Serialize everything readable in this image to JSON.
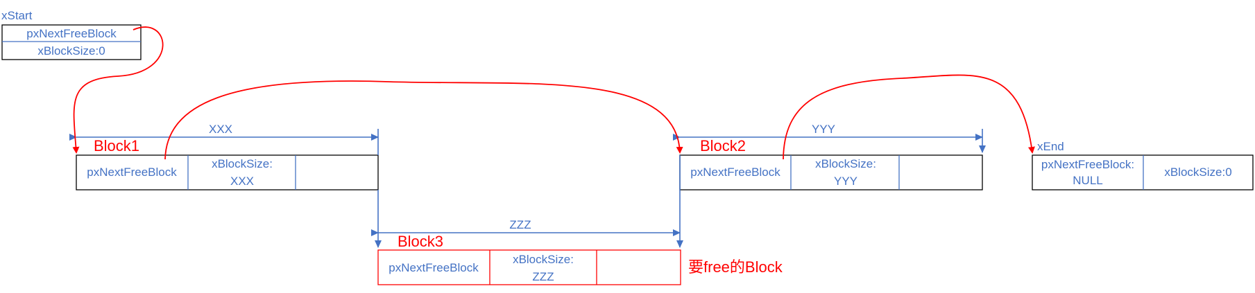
{
  "xstart": {
    "label": "xStart",
    "field_next": "pxNextFreeBlock",
    "field_size": "xBlockSize:0"
  },
  "block1": {
    "label": "Block1",
    "field_next": "pxNextFreeBlock",
    "field_size_1": "xBlockSize:",
    "field_size_2": "XXX"
  },
  "block2": {
    "label": "Block2",
    "field_next": "pxNextFreeBlock",
    "field_size_1": "xBlockSize:",
    "field_size_2": "YYY"
  },
  "block3": {
    "label": "Block3",
    "field_next": "pxNextFreeBlock",
    "field_size_1": "xBlockSize:",
    "field_size_2": "ZZZ",
    "note": "要free的Block"
  },
  "xend": {
    "label": "xEnd",
    "field_next_1": "pxNextFreeBlock:",
    "field_next_2": "NULL",
    "field_size": "xBlockSize:0"
  },
  "dimensions": {
    "block1_size": "XXX",
    "block2_size": "YYY",
    "block3_size": "ZZZ"
  },
  "colors": {
    "text_blue": "#4472c4",
    "label_red": "#ff0000",
    "border": "#000000"
  }
}
